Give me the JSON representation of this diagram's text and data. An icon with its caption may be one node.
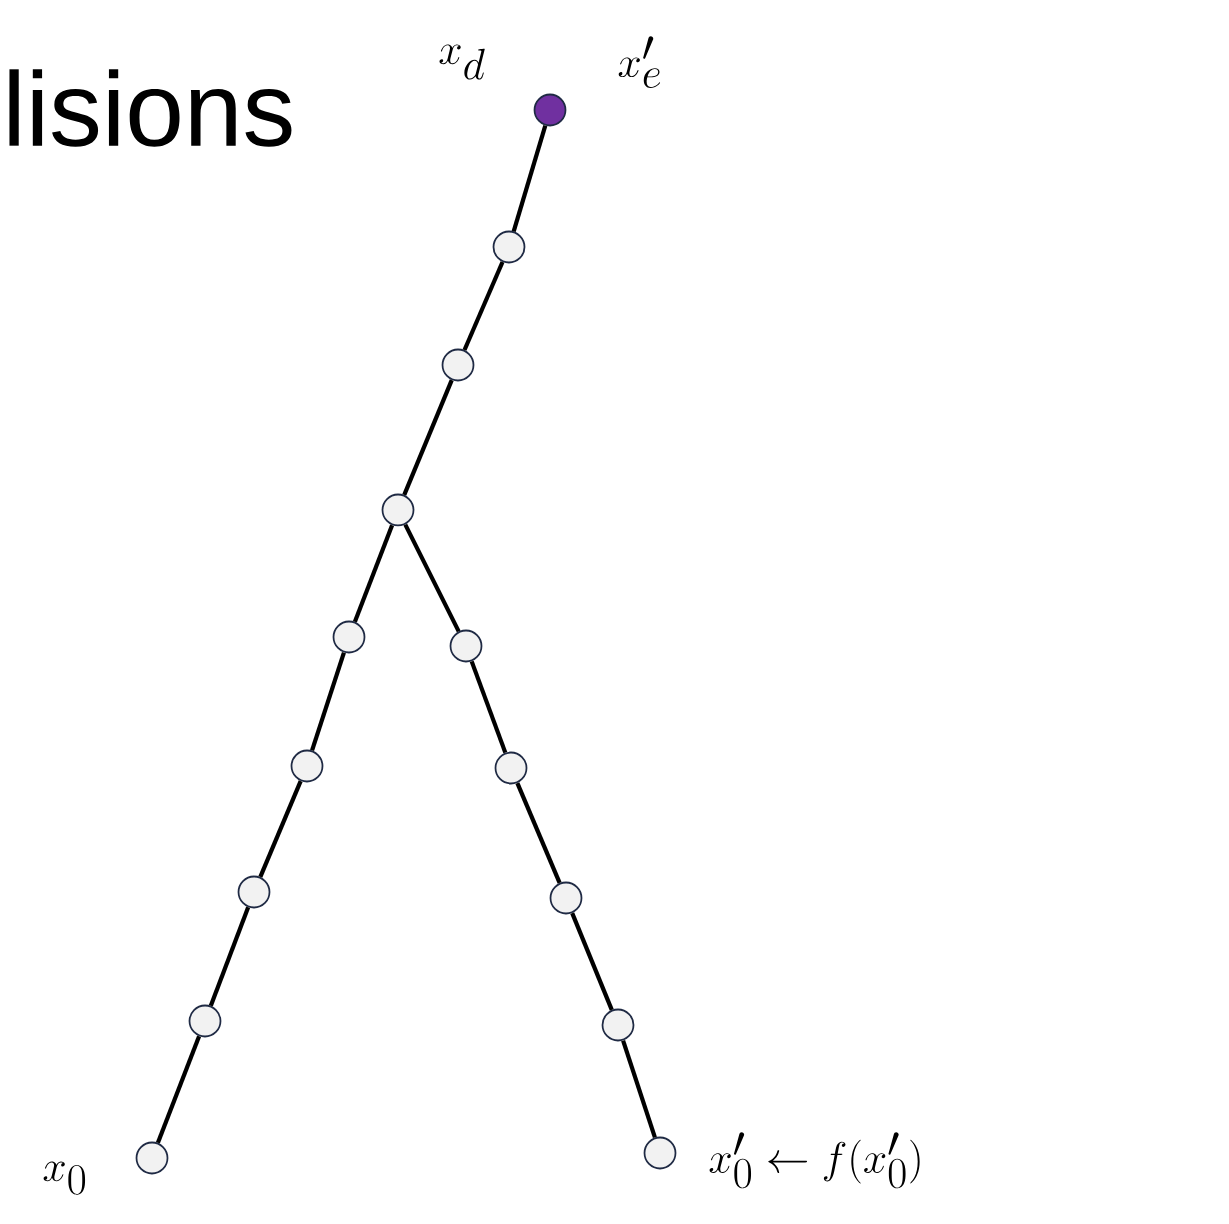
{
  "diagram": {
    "nodes": [
      {
        "text": [],
        "shape": "circle",
        "beside": [
          "x_d",
          "x'_e"
        ]
      },
      {
        "text": [],
        "shape": "circle"
      },
      {
        "text": [],
        "shape": "circle"
      },
      {
        "text": [],
        "shape": "circle"
      },
      {
        "text": [],
        "shape": "circle"
      },
      {
        "text": [],
        "shape": "circle"
      },
      {
        "text": [],
        "shape": "circle"
      },
      {
        "text": [],
        "shape": "circle"
      },
      {
        "text": [],
        "shape": "circle",
        "beside": [
          "x_0"
        ]
      },
      {
        "text": [],
        "shape": "circle"
      },
      {
        "text": [],
        "shape": "circle"
      },
      {
        "text": [],
        "shape": "circle"
      },
      {
        "text": [],
        "shape": "circle"
      },
      {
        "text": [],
        "shape": "circle",
        "beside": [
          "x'_0 \\leftarrow f(x'_0)"
        ]
      }
    ],
    "edges": [
      {
        "from": 0,
        "to": 1,
        "arrow": "none"
      },
      {
        "from": 1,
        "to": 2,
        "arrow": "none"
      },
      {
        "from": 2,
        "to": 3,
        "arrow": "none"
      },
      {
        "from": 3,
        "to": 4,
        "arrow": "none"
      },
      {
        "from": 4,
        "to": 5,
        "arrow": "none"
      },
      {
        "from": 5,
        "to": 6,
        "arrow": "none"
      },
      {
        "from": 6,
        "to": 7,
        "arrow": "none"
      },
      {
        "from": 7,
        "to": 8,
        "arrow": "none"
      },
      {
        "from": 3,
        "to": 9,
        "arrow": "none"
      },
      {
        "from": 9,
        "to": 10,
        "arrow": "none"
      },
      {
        "from": 10,
        "to": 11,
        "arrow": "none"
      },
      {
        "from": 11,
        "to": 12,
        "arrow": "none"
      },
      {
        "from": 12,
        "to": 13,
        "arrow": "none"
      }
    ],
    "labels": [
      "lisions"
    ]
  }
}
